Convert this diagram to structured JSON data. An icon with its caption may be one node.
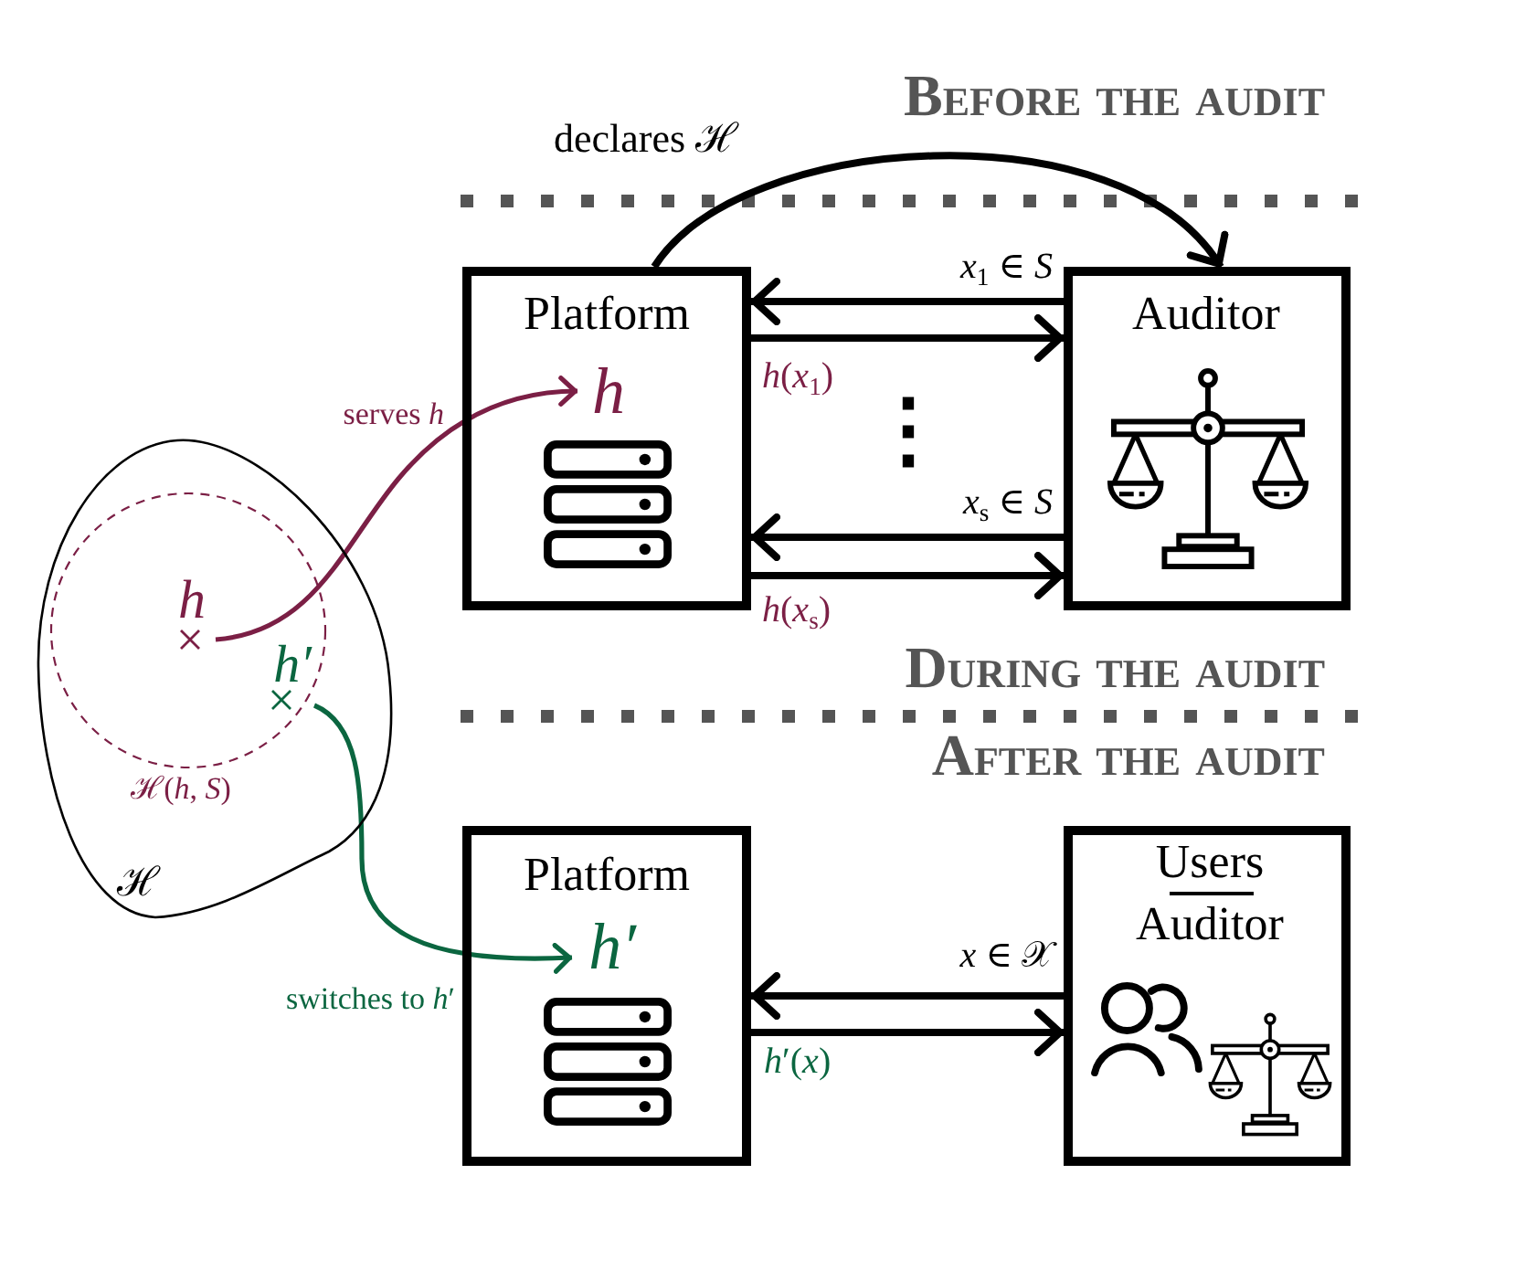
{
  "diagram": {
    "nodes": [
      {
        "text": [
          "ℋ"
        ]
      },
      {
        "text": [
          "ℋ(*h*, *S*)"
        ],
        "in": 0
      },
      {
        "text": [
          "h"
        ],
        "in": 1
      },
      {
        "text": [
          "h′"
        ],
        "in": 1
      },
      {
        "text": [
          "Platform"
        ]
      },
      {
        "text": [
          "h"
        ],
        "in": 4
      },
      {
        "text": [
          "Auditor"
        ]
      },
      {
        "text": [
          "Platform"
        ]
      },
      {
        "text": [
          "h′"
        ],
        "in": 7
      },
      {
        "text": [
          "Users",
          "Auditor"
        ]
      }
    ],
    "edges": [
      {
        "from": 2,
        "to": 5,
        "arrow": "to",
        "label": "serves *h*",
        "color": "#7b1f45"
      },
      {
        "from": 3,
        "to": 8,
        "arrow": "to",
        "label": "switches to *h*′",
        "color": "#0b6640"
      },
      {
        "from": 4,
        "to": 6,
        "arrow": "to",
        "label": "declares ℋ"
      },
      {
        "from": 6,
        "to": 4,
        "arrow": "to",
        "label": "*x*$_{1}$ ∈ *S*"
      },
      {
        "from": 4,
        "to": 6,
        "arrow": "to",
        "label": "*h*(*x*$_{1}$)"
      },
      {
        "from": 6,
        "to": 4,
        "arrow": "to",
        "label": "*x*$_{s}$ ∈ *S*"
      },
      {
        "from": 4,
        "to": 6,
        "arrow": "to",
        "label": "*h*(*x*$_{s}$)"
      },
      {
        "from": 9,
        "to": 7,
        "arrow": "to",
        "label": "*x* ∈ 𝒳"
      },
      {
        "from": 7,
        "to": 9,
        "arrow": "to",
        "label": "*h*′(*x*)"
      }
    ],
    "labels": [
      "Before the audit",
      "⋮",
      "During the audit",
      "After the audit"
    ]
  }
}
